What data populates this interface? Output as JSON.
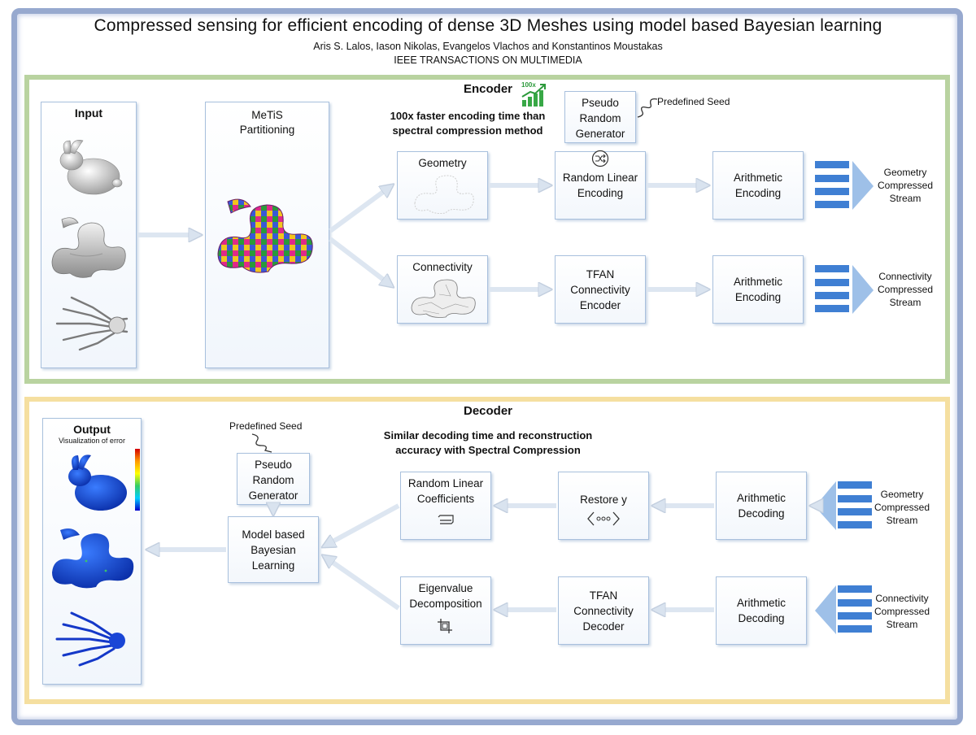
{
  "header": {
    "title": "Compressed sensing for efficient encoding of dense 3D Meshes using model based Bayesian learning",
    "authors": "Aris S. Lalos, Iason Nikolas, Evangelos Vlachos and Konstantinos Moustakas",
    "journal": "IEEE TRANSACTIONS ON MULTIMEDIA"
  },
  "encoder": {
    "label": "Encoder",
    "badge": "100x",
    "note": "100x faster encoding time than\nspectral compression method",
    "input_label": "Input",
    "metis_label": "MeTiS\nPartitioning",
    "prng_label": "Pseudo\nRandom\nGenerator",
    "seed_label": "Predefined Seed",
    "geometry_label": "Geometry",
    "connectivity_label": "Connectivity",
    "rle_label": "Random Linear\nEncoding",
    "tfan_label": "TFAN\nConnectivity\nEncoder",
    "arith1_label": "Arithmetic\nEncoding",
    "arith2_label": "Arithmetic\nEncoding",
    "stream1_label": "Geometry\nCompressed\nStream",
    "stream2_label": "Connectivity\nCompressed\nStream"
  },
  "decoder": {
    "label": "Decoder",
    "note": "Similar decoding time and reconstruction\naccuracy with Spectral Compression",
    "output_label": "Output",
    "error_label": "Visualization of error",
    "seed_label": "Predefined Seed",
    "prng_label": "Pseudo\nRandom\nGenerator",
    "mbbl_label": "Model based\nBayesian\nLearning",
    "rlc_label": "Random Linear\nCoefficients",
    "eig_label": "Eigenvalue\nDecomposition",
    "restore_label": "Restore y",
    "tfan_label": "TFAN\nConnectivity\nDecoder",
    "arith1_label": "Arithmetic\nDecoding",
    "arith2_label": "Arithmetic\nDecoding",
    "stream1_label": "Geometry\nCompressed\nStream",
    "stream2_label": "Connectivity\nCompressed\nStream"
  },
  "colors": {
    "encoder_border": "#b9d3a0",
    "decoder_border": "#f5dfa0",
    "frame": "#97a9cf",
    "stream_blue": "#3f7fd3",
    "arrow": "#d9e3ef"
  }
}
